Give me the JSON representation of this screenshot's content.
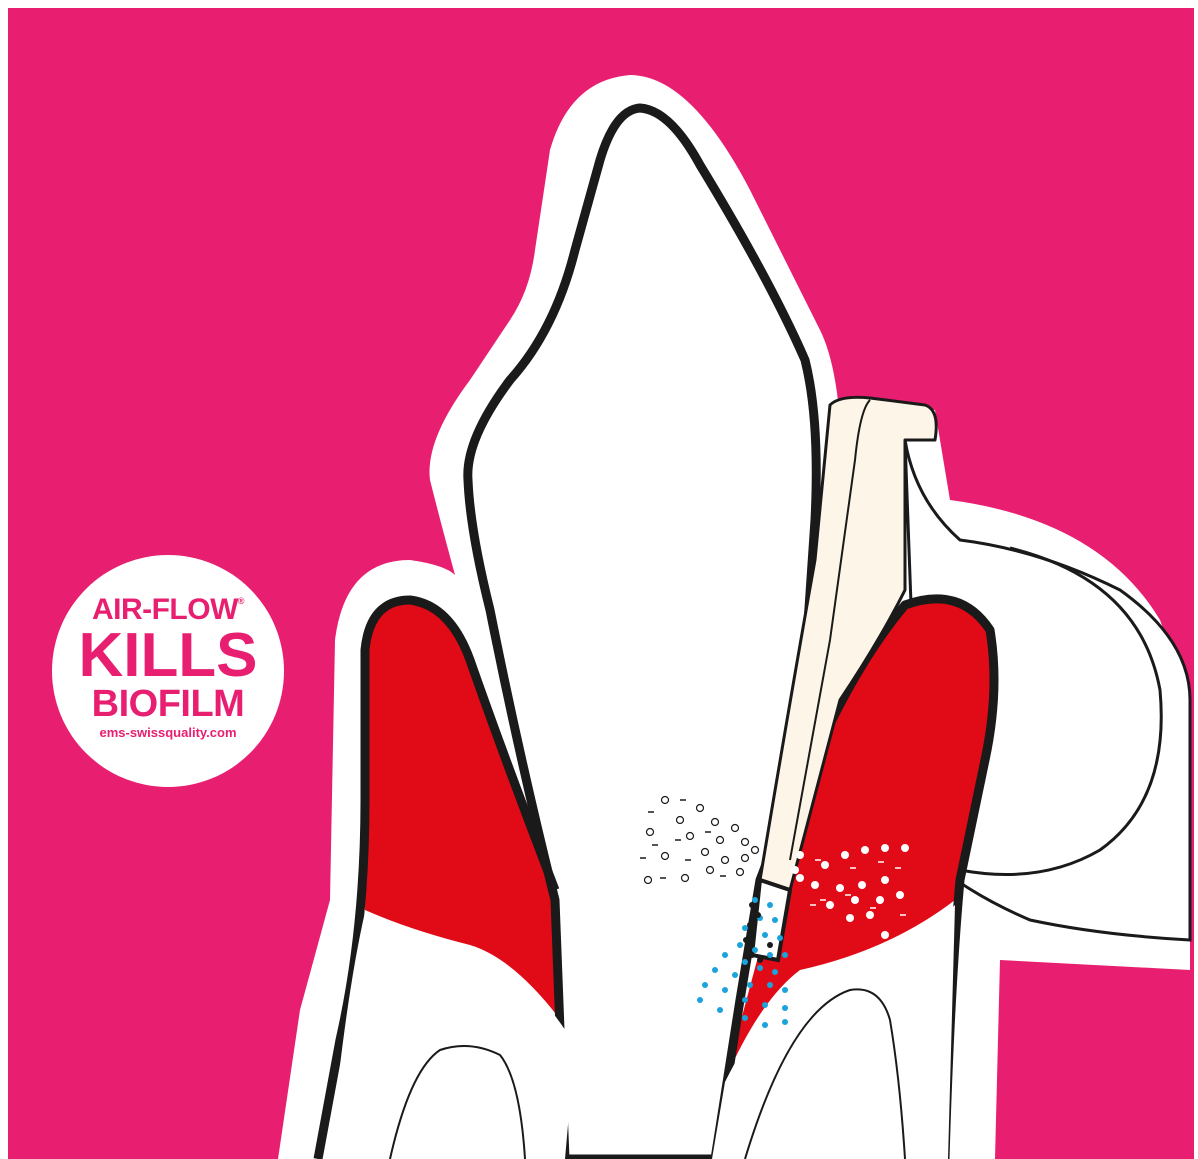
{
  "colors": {
    "background": "#E81F70",
    "gum": "#E10A17",
    "tooth": "#FFFFFF",
    "outline": "#1A1A1A",
    "instrument": "#FDF6E8",
    "water": "#1BA3DC"
  },
  "badge": {
    "line1": "AIR-FLOW",
    "registered": "®",
    "line2": "KILLS",
    "line3": "BIOFILM",
    "url": "ems-swissquality.com"
  },
  "icons": {
    "tooth": "tooth-illustration",
    "nozzle": "air-flow-nozzle",
    "spray": "powder-spray-particles"
  }
}
